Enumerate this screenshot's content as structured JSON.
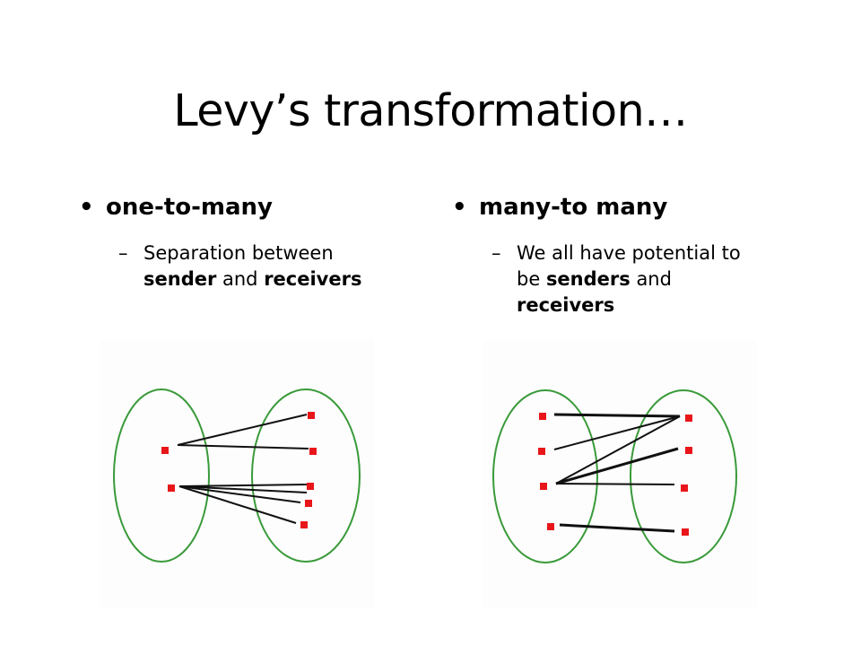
{
  "title": "Levy’s transformation…",
  "bullet_marker": "•",
  "sub_marker": "–",
  "left": {
    "heading": "one-to-many",
    "sub_parts": [
      {
        "text": "Separation between ",
        "bold": false
      },
      {
        "text": "sender",
        "bold": true
      },
      {
        "text": " and ",
        "bold": false
      },
      {
        "text": "receivers",
        "bold": true
      }
    ]
  },
  "right": {
    "heading": "many-to many",
    "sub_parts": [
      {
        "text": "We all have potential to be ",
        "bold": false
      },
      {
        "text": "senders",
        "bold": true
      },
      {
        "text": " and ",
        "bold": false
      },
      {
        "text": "receivers",
        "bold": true
      }
    ]
  },
  "colors": {
    "ellipse_stroke": "#3a9a3a",
    "dot": "#e8161a",
    "line": "#111111"
  }
}
